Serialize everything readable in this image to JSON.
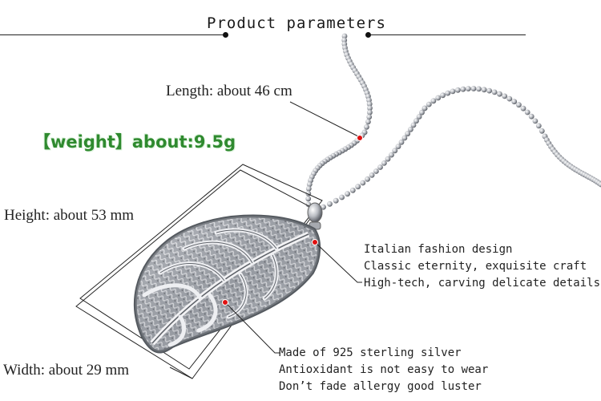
{
  "header": {
    "title": "Product parameters"
  },
  "specs": {
    "length": "Length: about 46 cm",
    "weight": "【weight】about:9.5g",
    "height": "Height: about 53 mm",
    "width": "Width: about 29 mm"
  },
  "features_top": [
    "Italian fashion design",
    "Classic eternity, exquisite craft",
    "High-tech, carving delicate details"
  ],
  "features_bottom": [
    "Made of 925 sterling silver",
    "Antioxidant is not easy to wear",
    "Don’t fade allergy good luster"
  ],
  "colors": {
    "accent_red": "#e01010",
    "weight_green": "#2f8a2f",
    "silver": "#b9bcc2"
  }
}
